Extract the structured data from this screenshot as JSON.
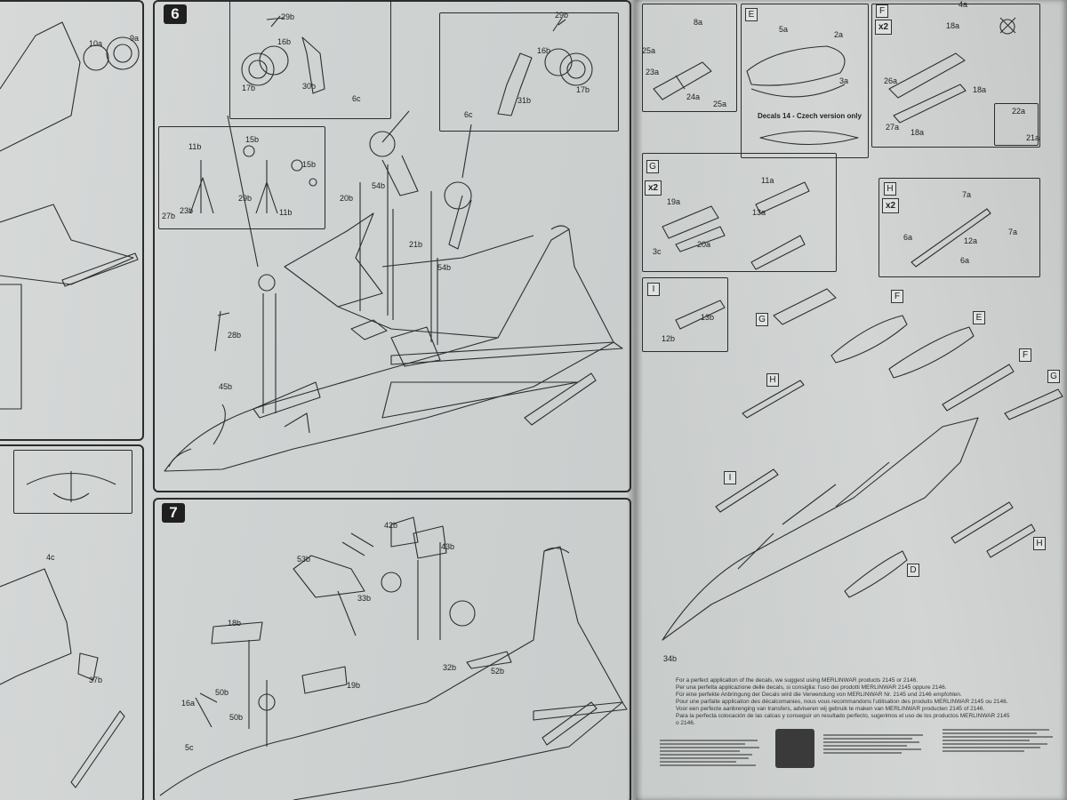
{
  "steps": {
    "step6": "6",
    "step7": "7"
  },
  "sub_boxes": {
    "d": "D",
    "e": "E",
    "f": "F",
    "g": "G",
    "h": "H",
    "i": "I"
  },
  "multipliers": {
    "f": "x2",
    "g": "x2",
    "h": "x2"
  },
  "decals_note": "Decals 14 - Czech version only",
  "part_labels": {
    "p9a": "9a",
    "p10a": "10a",
    "p8a": "8a",
    "p25a": "25a",
    "p23a": "23a",
    "p24a": "24a",
    "p25a_b": "25a",
    "p5a": "5a",
    "p2a": "2a",
    "p3a": "3a",
    "p4a": "4a",
    "p18a": "18a",
    "p26a": "26a",
    "p18a_b": "18a",
    "p27a": "27a",
    "p18a_c": "18a",
    "p22a": "22a",
    "p21a": "21a",
    "p11a": "11a",
    "p19a": "19a",
    "p13a": "13a",
    "p20a": "20a",
    "p3c": "3c",
    "p7a": "7a",
    "p7a_b": "7a",
    "p12a": "12a",
    "p6a": "6a",
    "p6a_b": "6a",
    "p13b": "13b",
    "p12b": "12b",
    "p29b": "29b",
    "p16b": "16b",
    "p17b": "17b",
    "p30b": "30b",
    "p6c": "6c",
    "p29b_r": "29b",
    "p16b_r": "16b",
    "p31b": "31b",
    "p17b_r": "17b",
    "p6c_r": "6c",
    "p11b": "11b",
    "p15b": "15b",
    "p15b_b": "15b",
    "p27b": "27b",
    "p23b": "23b",
    "p29b_c": "29b",
    "p11b_b": "11b",
    "p20b": "20b",
    "p54b": "54b",
    "p21b": "21b",
    "p54b_b": "54b",
    "p28b": "28b",
    "p45b": "45b",
    "p42b": "42b",
    "p43b": "43b",
    "p53b": "53b",
    "p33b": "33b",
    "p18b": "18b",
    "p16a": "16a",
    "p50b": "50b",
    "p50b_b": "50b",
    "p19b": "19b",
    "p32b": "32b",
    "p52b": "52b",
    "p5c": "5c",
    "p4c": "4c",
    "p37b": "37b",
    "p34b": "34b"
  },
  "decal_note_lines": [
    "For a perfect application of the decals, we suggest using MERLINWAR products 2145 or 2146.",
    "Per una perfetta applicazione delle decals, si consiglia: l'uso dei prodotti MERLINWAR 2145 oppure 2146.",
    "Für eine perfekte Anbringung der Decals wird die Verwendung von MERLINWAR Nr. 2145 und 2146 empfohlen.",
    "Pour une parfaite application des décalcomanies, nous vous recommandons l'utilisation des produits MERLINWAR 2145 ou 2146.",
    "Voor een perfecte aanbrenging van transfers, adviseren wij gebruik te maken van MERLINWAR producten 2145 of 2146.",
    "Para la perfecta colocación de las calcas y conseguir un resultado perfecto, sugerimos el uso de los productos MERLINWAR 2145 o 2146."
  ],
  "colors": {
    "ink": "#2a2a2a",
    "paper": "#cfd3d2",
    "step_badge": "#1f1f1f"
  }
}
